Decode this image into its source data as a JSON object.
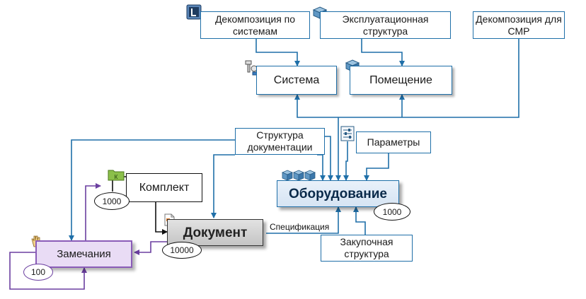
{
  "nodes": {
    "decomp_systems": "Декомпозиция по системам",
    "expl_structure": "Эксплуатационная структура",
    "decomp_smr": "Декомпозиция для СМР",
    "system": "Система",
    "room": "Помещение",
    "doc_structure": "Структура документации",
    "parameters": "Параметры",
    "komplekt": "Комплект",
    "equipment": "Оборудование",
    "document": "Документ",
    "remarks": "Замечания",
    "purchase_structure": "Закупочная структура"
  },
  "counts": {
    "komplekt": "1000",
    "equipment": "1000",
    "document": "10000",
    "remarks": "100"
  },
  "edge_labels": {
    "specification": "Спецификация"
  },
  "colors": {
    "blue_link": "#1f6fa8",
    "black_link": "#111111",
    "purple_link": "#6b3fa0",
    "remarks_fill": "#e9dcf5"
  },
  "icons": [
    "list-icon",
    "cube-icon",
    "pipe-icon",
    "parameters-icon",
    "folder-icon",
    "cubes-icon",
    "document-icon",
    "hand-icon"
  ]
}
